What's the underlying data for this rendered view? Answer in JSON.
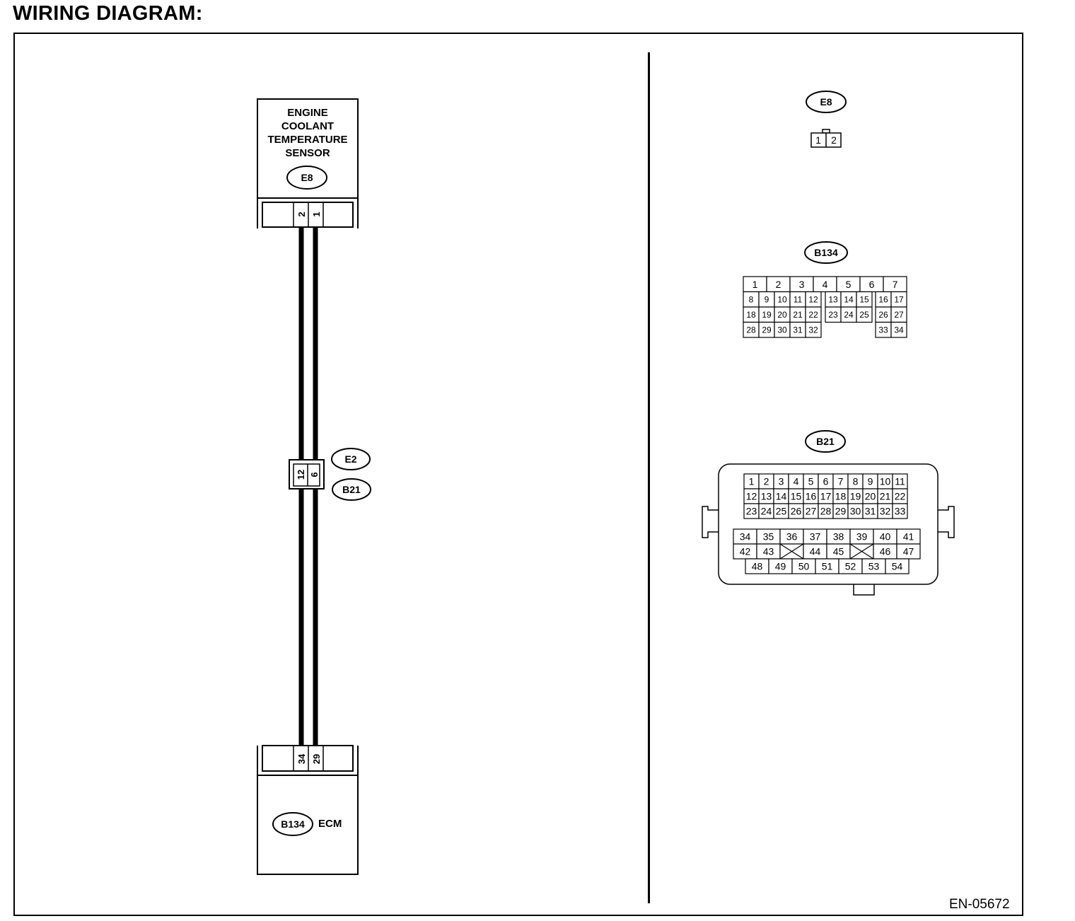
{
  "page": {
    "title": "WIRING DIAGRAM:",
    "doc_code": "EN-05672"
  },
  "sensor": {
    "label_lines": [
      "ENGINE",
      "COOLANT",
      "TEMPERATURE",
      "SENSOR"
    ],
    "connector": "E8",
    "pins": [
      "2",
      "1"
    ]
  },
  "junction": {
    "pins": [
      "12",
      "6"
    ],
    "connectors": [
      "E2",
      "B21"
    ]
  },
  "ecm": {
    "connector": "B134",
    "label": "ECM",
    "pins": [
      "34",
      "29"
    ]
  },
  "views": {
    "e8": {
      "connector": "E8",
      "pins": [
        "1",
        "2"
      ]
    },
    "b134": {
      "connector": "B134",
      "rows": [
        [
          "1",
          "2",
          "3",
          "4",
          "5",
          "6",
          "7"
        ],
        [
          "8",
          "9",
          "10",
          "11",
          "12",
          "13",
          "14",
          "15",
          "16",
          "17"
        ],
        [
          "18",
          "19",
          "20",
          "21",
          "22",
          "23",
          "24",
          "25",
          "26",
          "27"
        ],
        [
          "28",
          "29",
          "30",
          "31",
          "32",
          "33",
          "34"
        ]
      ]
    },
    "b21": {
      "connector": "B21",
      "rows": [
        [
          "1",
          "2",
          "3",
          "4",
          "5",
          "6",
          "7",
          "8",
          "9",
          "10",
          "11"
        ],
        [
          "12",
          "13",
          "14",
          "15",
          "16",
          "17",
          "18",
          "19",
          "20",
          "21",
          "22"
        ],
        [
          "23",
          "24",
          "25",
          "26",
          "27",
          "28",
          "29",
          "30",
          "31",
          "32",
          "33"
        ],
        [
          "34",
          "35",
          "36",
          "37",
          "38",
          "39",
          "40",
          "41"
        ],
        [
          "42",
          "43",
          "44",
          "45",
          "46",
          "47"
        ],
        [
          "48",
          "49",
          "50",
          "51",
          "52",
          "53",
          "54"
        ]
      ]
    }
  }
}
